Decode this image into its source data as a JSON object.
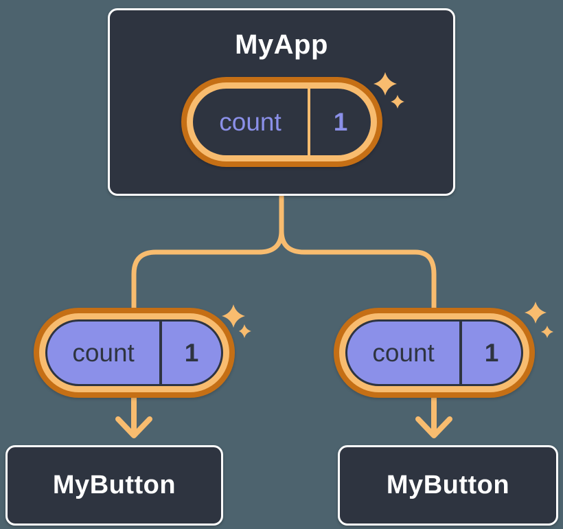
{
  "diagram": {
    "colors": {
      "background": "#4D636E",
      "card": "#2E3440",
      "card_border": "#FFFFFF",
      "orange_dark": "#C56F15",
      "orange_light": "#F8BC6F",
      "lavender": "#8B90E9",
      "title_text": "#FFFFFF"
    },
    "root": {
      "title": "MyApp",
      "state": {
        "label": "count",
        "value": "1"
      }
    },
    "children": [
      {
        "title": "MyButton",
        "state": {
          "label": "count",
          "value": "1"
        }
      },
      {
        "title": "MyButton",
        "state": {
          "label": "count",
          "value": "1"
        }
      }
    ]
  }
}
